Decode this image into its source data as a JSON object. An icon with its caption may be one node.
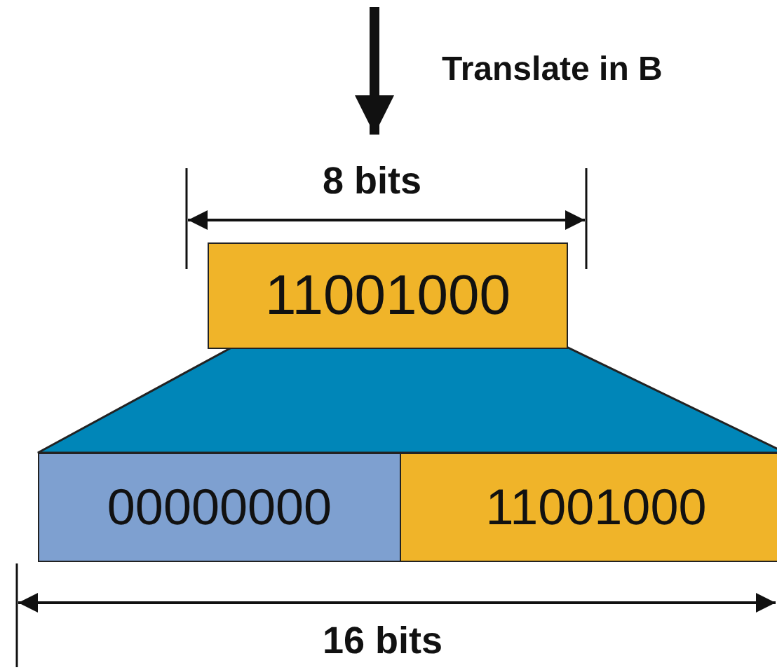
{
  "diagram": {
    "nodes": [
      {
        "text": [
          "11001000"
        ]
      },
      {
        "text": [],
        "shape": "trapezoid"
      },
      {
        "text": [
          "00000000"
        ]
      },
      {
        "text": [
          "11001000"
        ]
      }
    ],
    "labels": [
      "Translate in B",
      "8 bits",
      "16 bits"
    ]
  }
}
